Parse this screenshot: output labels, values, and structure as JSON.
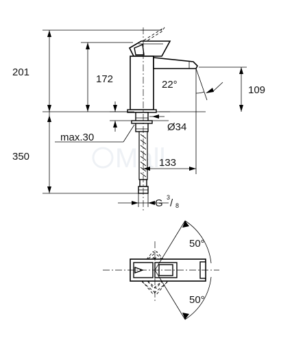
{
  "drawing": {
    "dimensions": {
      "total_height": "201",
      "spout_height": "172",
      "spout_outlet_height": "109",
      "spout_angle": "22°",
      "max_deck_thickness": "max.30",
      "mount_hole_diameter": "Ø34",
      "hose_length": "350",
      "spout_reach": "133",
      "connection_thread": "G",
      "thread_numerator": "3",
      "thread_denominator": "8",
      "lever_angle_top": "50°",
      "lever_angle_bottom": "50°"
    }
  }
}
